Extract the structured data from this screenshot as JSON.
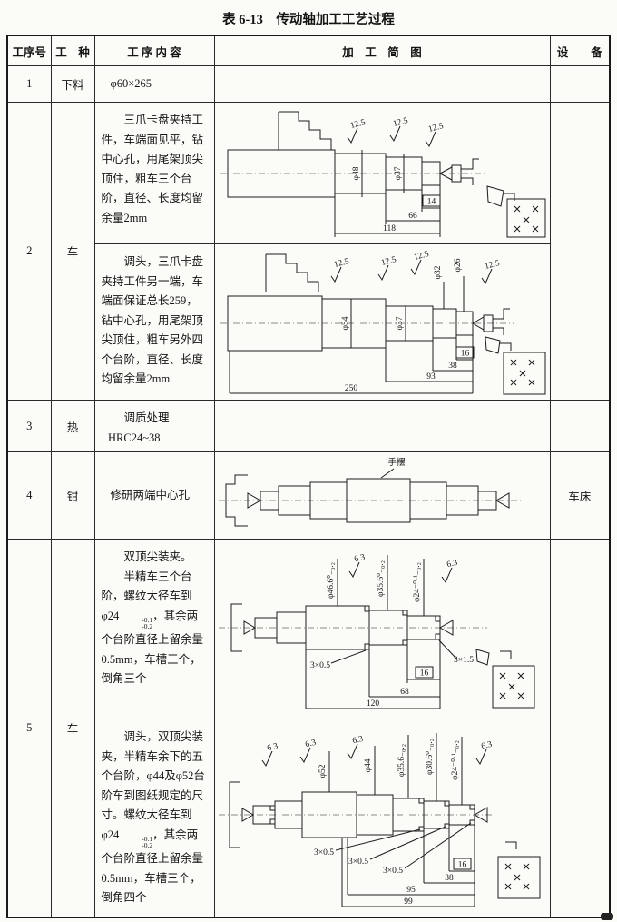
{
  "page": {
    "title": "表 6-13　传动轴加工工艺过程"
  },
  "table": {
    "headers": {
      "col1": "工序号",
      "col2": "工　种",
      "col3": "工 序 内 容",
      "col4": "加　工　简　图",
      "col5": "设　　备"
    },
    "rows": {
      "r1": {
        "num": "1",
        "type": "下料",
        "content": "φ60×265"
      },
      "r2": {
        "num": "2",
        "type": "车",
        "a": "三爪卡盘夹持工件，车端面见平，钻中心孔，用尾架顶尖顶住，粗车三个台阶，直径、长度均留余量2mm",
        "b": "调头，三爪卡盘夹持工件另一端，车端面保证总长259，钻中心孔，用尾架顶尖顶住，粗车另外四个台阶，直径、长度均留余量2mm"
      },
      "r3": {
        "num": "3",
        "type": "热",
        "line1": "调质处理",
        "line2": "HRC24~38"
      },
      "r4": {
        "num": "4",
        "type": "钳",
        "content": "修研两端中心孔",
        "equipment": "车床"
      },
      "r5": {
        "num": "5",
        "type": "车",
        "a1": "双顶尖装夹。",
        "a2": "半精车三个台阶，螺纹大径车到φ24",
        "a_tol_up": "-0.1",
        "a_tol_dn": "-0.2",
        "a3": "，其余两个台阶直径上留余量0.5mm，车槽三个，倒角三个",
        "b1": "调头，双顶尖装夹，半精车余下的五个台阶，φ44及φ52台阶车到图纸规定的尺寸。螺纹大径车到φ24",
        "b_tol_up": "-0.1",
        "b_tol_dn": "-0.2",
        "b2": "，其余两个台阶直径上留余量0.5mm，车槽三个，倒角四个"
      }
    }
  },
  "drawings": {
    "d2a": {
      "rough1": "12.5",
      "rough2": "12.5",
      "rough3": "12.5",
      "dia1": "φ48",
      "dia2": "φ37",
      "dim_boxed": "14",
      "dim_mid": "66",
      "dim_total": "118"
    },
    "d2b": {
      "rough1": "12.5",
      "rough2": "12.5",
      "rough3": "12.5",
      "rough4": "12.5",
      "dia1": "φ54",
      "dia2": "φ37",
      "dia3": "φ32",
      "dia4": "φ26",
      "dim_boxed": "16",
      "dim1": "38",
      "dim2": "93",
      "dim_total": "250"
    },
    "d4": {
      "label": "手摆"
    },
    "d5a": {
      "rough1": "6.3",
      "rough2": "6.3",
      "dia1": "φ46.6⁰₋₀.₂",
      "dia2": "φ35.6⁰₋₀.₂",
      "dia3": "φ24⁻⁰·¹₋₀.₂",
      "groove1": "3×0.5",
      "groove2": "3×1.5",
      "dim_boxed": "16",
      "dim1": "68",
      "dim2": "120"
    },
    "d5b": {
      "rough1": "6.3",
      "rough2": "6.3",
      "rough3": "6.3",
      "rough4": "6.3",
      "dia1": "φ52",
      "dia2": "φ44",
      "dia3": "φ35.6₋₀.₂",
      "dia4": "φ30.6⁰₋₀.₂",
      "dia5": "φ24⁻⁰·¹₋₀.₂",
      "groove1": "3×0.5",
      "groove2": "3×0.5",
      "groove3": "3×0.5",
      "dim_boxed": "16",
      "dim1": "38",
      "dim2": "95",
      "dim3": "99"
    }
  }
}
